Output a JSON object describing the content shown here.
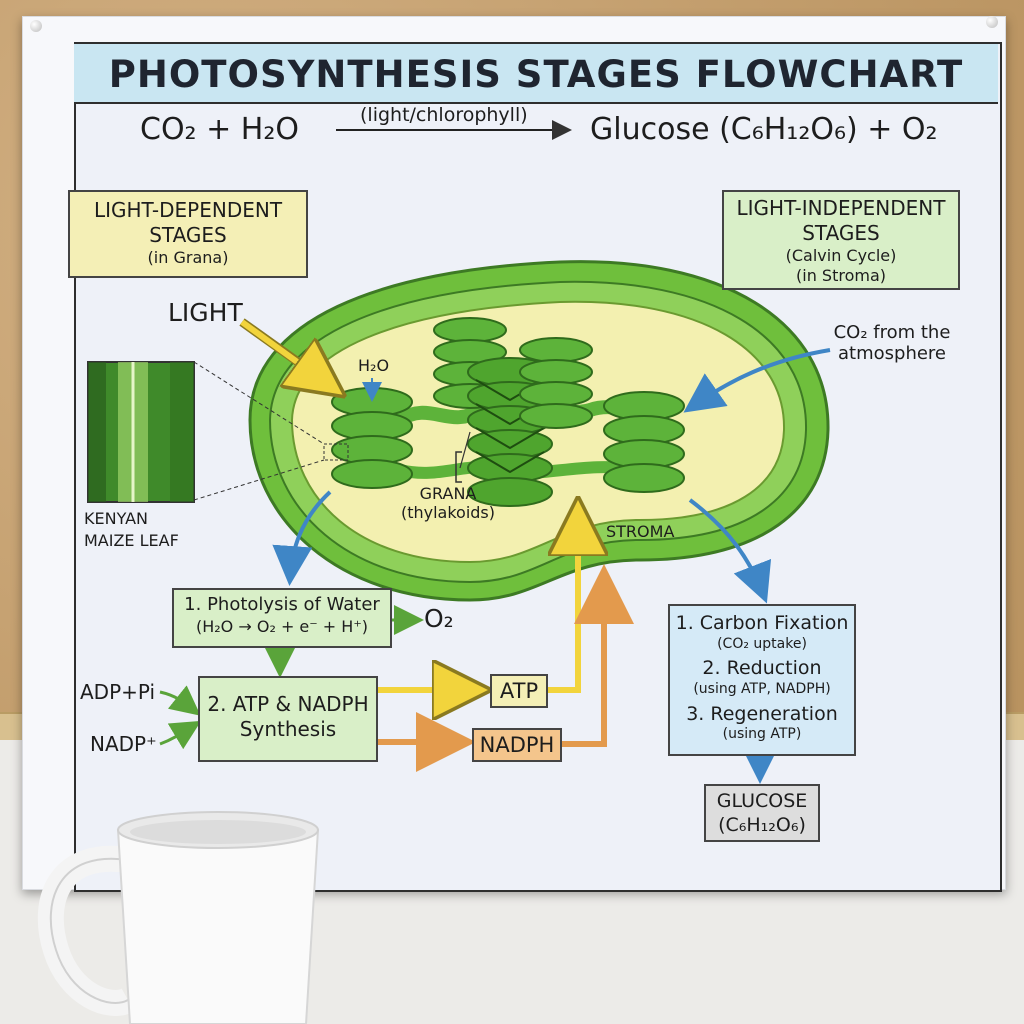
{
  "title": "PHOTOSYNTHESIS STAGES FLOWCHART",
  "equation": {
    "left": "CO₂ + H₂O",
    "arrow_label": "(light/chlorophyll)",
    "right": "Glucose (C₆H₁₂O₆) + O₂"
  },
  "light_dependent": {
    "line1": "LIGHT-DEPENDENT",
    "line2": "STAGES",
    "line3": "(in Grana)"
  },
  "light_independent": {
    "line1": "LIGHT-INDEPENDENT",
    "line2": "STAGES",
    "line3": "(Calvin Cycle)",
    "line4": "(in Stroma)"
  },
  "labels": {
    "light": "LIGHT",
    "h2o": "H₂O",
    "co2_line1": "CO₂ from the",
    "co2_line2": "atmosphere",
    "leaf_line1": "KENYAN",
    "leaf_line2": "MAIZE LEAF",
    "grana_line1": "GRANA",
    "grana_line2": "(thylakoids)",
    "stroma": "STROMA",
    "o2": "O₂",
    "adp": "ADP+Pi",
    "nadp": "NADP⁺",
    "atp": "ATP",
    "nadph": "NADPH"
  },
  "photolysis": {
    "line1": "1. Photolysis of Water",
    "line2": "(H₂O → O₂ + e⁻ + H⁺)"
  },
  "synthesis": {
    "line1": "2. ATP & NADPH",
    "line2": "Synthesis"
  },
  "calvin": {
    "step1": "1. Carbon Fixation",
    "step1_sub": "(CO₂ uptake)",
    "step2": "2. Reduction",
    "step2_sub": "(using ATP, NADPH)",
    "step3": "3. Regeneration",
    "step3_sub": "(using ATP)"
  },
  "glucose": {
    "line1": "GLUCOSE",
    "line2": "(C₆H₁₂O₆)"
  },
  "colors": {
    "chloroplast_outer": "#6fbf3c",
    "chloroplast_inner": "#f3f0b0",
    "thylakoid": "#5db33a",
    "arrow_yellow": "#f2d43c",
    "arrow_blue": "#3f86c6",
    "arrow_orange": "#e39a4d",
    "arrow_green": "#5aa43a"
  }
}
